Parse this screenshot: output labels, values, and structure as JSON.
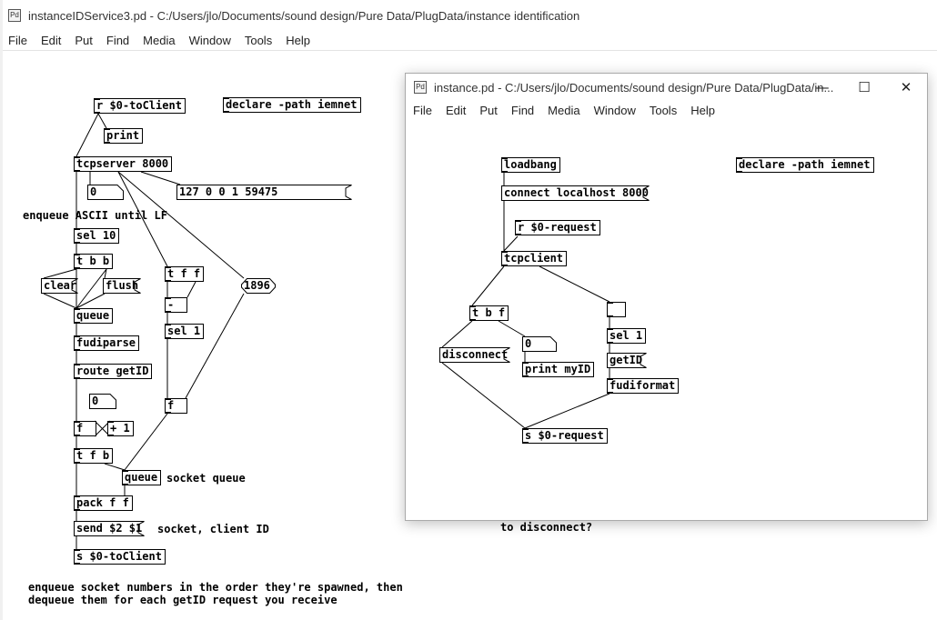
{
  "main_window": {
    "title": "instanceIDService3.pd - C:/Users/jlo/Documents/sound design/Pure Data/PlugData/instance identification",
    "icon": "pd-icon",
    "menu": [
      "File",
      "Edit",
      "Put",
      "Find",
      "Media",
      "Window",
      "Tools",
      "Help"
    ],
    "objects": {
      "r_toclient": "r $0-toClient",
      "declare": "declare -path iemnet",
      "print": "print",
      "tcpserver": "tcpserver 8000",
      "numbox0": "0",
      "ip_msg": "127 0 0 1 59475",
      "sel10": "sel 10",
      "tbb": "t b b",
      "clear": "clear",
      "flush": "flush",
      "queue1": "queue",
      "fudiparse": "fudiparse",
      "route": "route getID",
      "numbox0b": "0",
      "f1": "f",
      "plus1": "+ 1",
      "tfb": "t f b",
      "queue2": "queue",
      "packff": "pack f f",
      "send": "send $2 $1",
      "s_toclient": "s $0-toClient",
      "tff": "t f f",
      "minus": "-",
      "sel1": "sel 1",
      "f2": "f",
      "n1896": "1896"
    },
    "comments": {
      "enqueue": "enqueue ASCII until LF",
      "socket_queue": "socket queue",
      "socket_client": "socket, client ID",
      "bottom_note": "enqueue socket numbers in the order they're spawned, then\ndequeue them for each getID request you receive",
      "disconnect_q": "to disconnect?"
    }
  },
  "instance_window": {
    "title": "instance.pd - C:/Users/jlo/Documents/sound design/Pure Data/PlugData/in...",
    "icon": "pd-icon",
    "controls": {
      "minimize": "—",
      "maximize": "☐",
      "close": "✕"
    },
    "menu": [
      "File",
      "Edit",
      "Put",
      "Find",
      "Media",
      "Window",
      "Tools",
      "Help"
    ],
    "objects": {
      "loadbang": "loadbang",
      "declare": "declare -path iemnet",
      "connect": "connect localhost 8000",
      "r_request": "r $0-request",
      "tcpclient": "tcpclient",
      "tbf": "t b f",
      "disconnect": "disconnect",
      "numbox0": "0",
      "print_myid": "print myID",
      "bang_box": "",
      "sel1": "sel 1",
      "getid": "getID",
      "fudiformat": "fudiformat",
      "s_request": "s $0-request"
    }
  }
}
